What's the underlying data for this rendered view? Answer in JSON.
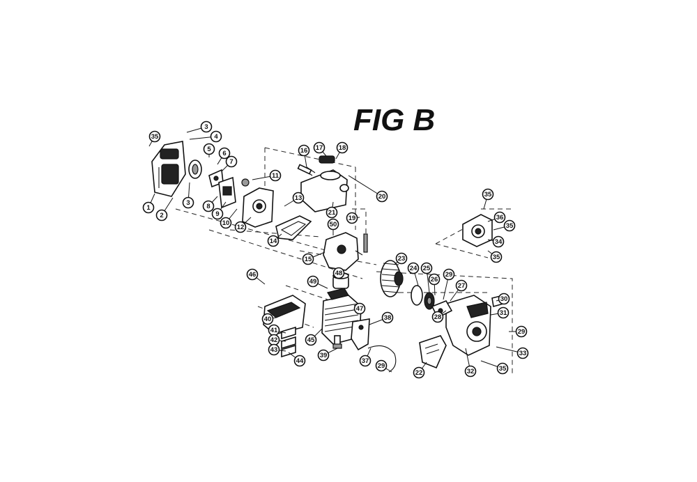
{
  "figure": {
    "title": "FIG B"
  },
  "callouts": [
    {
      "label": "35"
    },
    {
      "label": "3"
    },
    {
      "label": "4"
    },
    {
      "label": "5"
    },
    {
      "label": "6"
    },
    {
      "label": "7"
    },
    {
      "label": "1"
    },
    {
      "label": "2"
    },
    {
      "label": "3"
    },
    {
      "label": "8"
    },
    {
      "label": "9"
    },
    {
      "label": "10"
    },
    {
      "label": "11"
    },
    {
      "label": "12"
    },
    {
      "label": "13"
    },
    {
      "label": "14"
    },
    {
      "label": "15"
    },
    {
      "label": "16"
    },
    {
      "label": "17"
    },
    {
      "label": "18"
    },
    {
      "label": "19"
    },
    {
      "label": "20"
    },
    {
      "label": "21"
    },
    {
      "label": "50"
    },
    {
      "label": "35"
    },
    {
      "label": "36"
    },
    {
      "label": "35"
    },
    {
      "label": "34"
    },
    {
      "label": "35"
    },
    {
      "label": "23"
    },
    {
      "label": "24"
    },
    {
      "label": "25"
    },
    {
      "label": "26"
    },
    {
      "label": "29"
    },
    {
      "label": "27"
    },
    {
      "label": "28"
    },
    {
      "label": "30"
    },
    {
      "label": "31"
    },
    {
      "label": "29"
    },
    {
      "label": "33"
    },
    {
      "label": "35"
    },
    {
      "label": "32"
    },
    {
      "label": "22"
    },
    {
      "label": "29"
    },
    {
      "label": "37"
    },
    {
      "label": "38"
    },
    {
      "label": "39"
    },
    {
      "label": "47"
    },
    {
      "label": "48"
    },
    {
      "label": "49"
    },
    {
      "label": "46"
    },
    {
      "label": "40"
    },
    {
      "label": "41"
    },
    {
      "label": "42"
    },
    {
      "label": "43"
    },
    {
      "label": "44"
    },
    {
      "label": "45"
    }
  ]
}
